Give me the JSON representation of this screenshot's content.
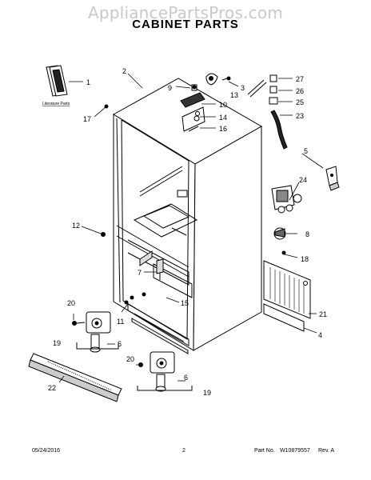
{
  "header": {
    "watermark": "AppliancePartsPros.com",
    "title": "CABINET PARTS"
  },
  "diagram": {
    "literature_label": "Literature Parts",
    "callouts": {
      "c1": "1",
      "c2": "2",
      "c3": "3",
      "c4": "4",
      "c5": "5",
      "c6a": "6",
      "c6b": "6",
      "c7": "7",
      "c8": "8",
      "c9": "9",
      "c10": "10",
      "c11": "11",
      "c12": "12",
      "c13": "13",
      "c14": "14",
      "c15": "15",
      "c16": "16",
      "c17": "17",
      "c18": "18",
      "c19a": "19",
      "c19b": "19",
      "c20a": "20",
      "c20b": "20",
      "c21": "21",
      "c22": "22",
      "c23": "23",
      "c24": "24",
      "c25": "25",
      "c26": "26",
      "c27": "27"
    }
  },
  "footer": {
    "date": "05/24/2016",
    "page": "2",
    "part_label": "Part No.",
    "part_no": "W10879557",
    "rev": "Rev. A"
  }
}
